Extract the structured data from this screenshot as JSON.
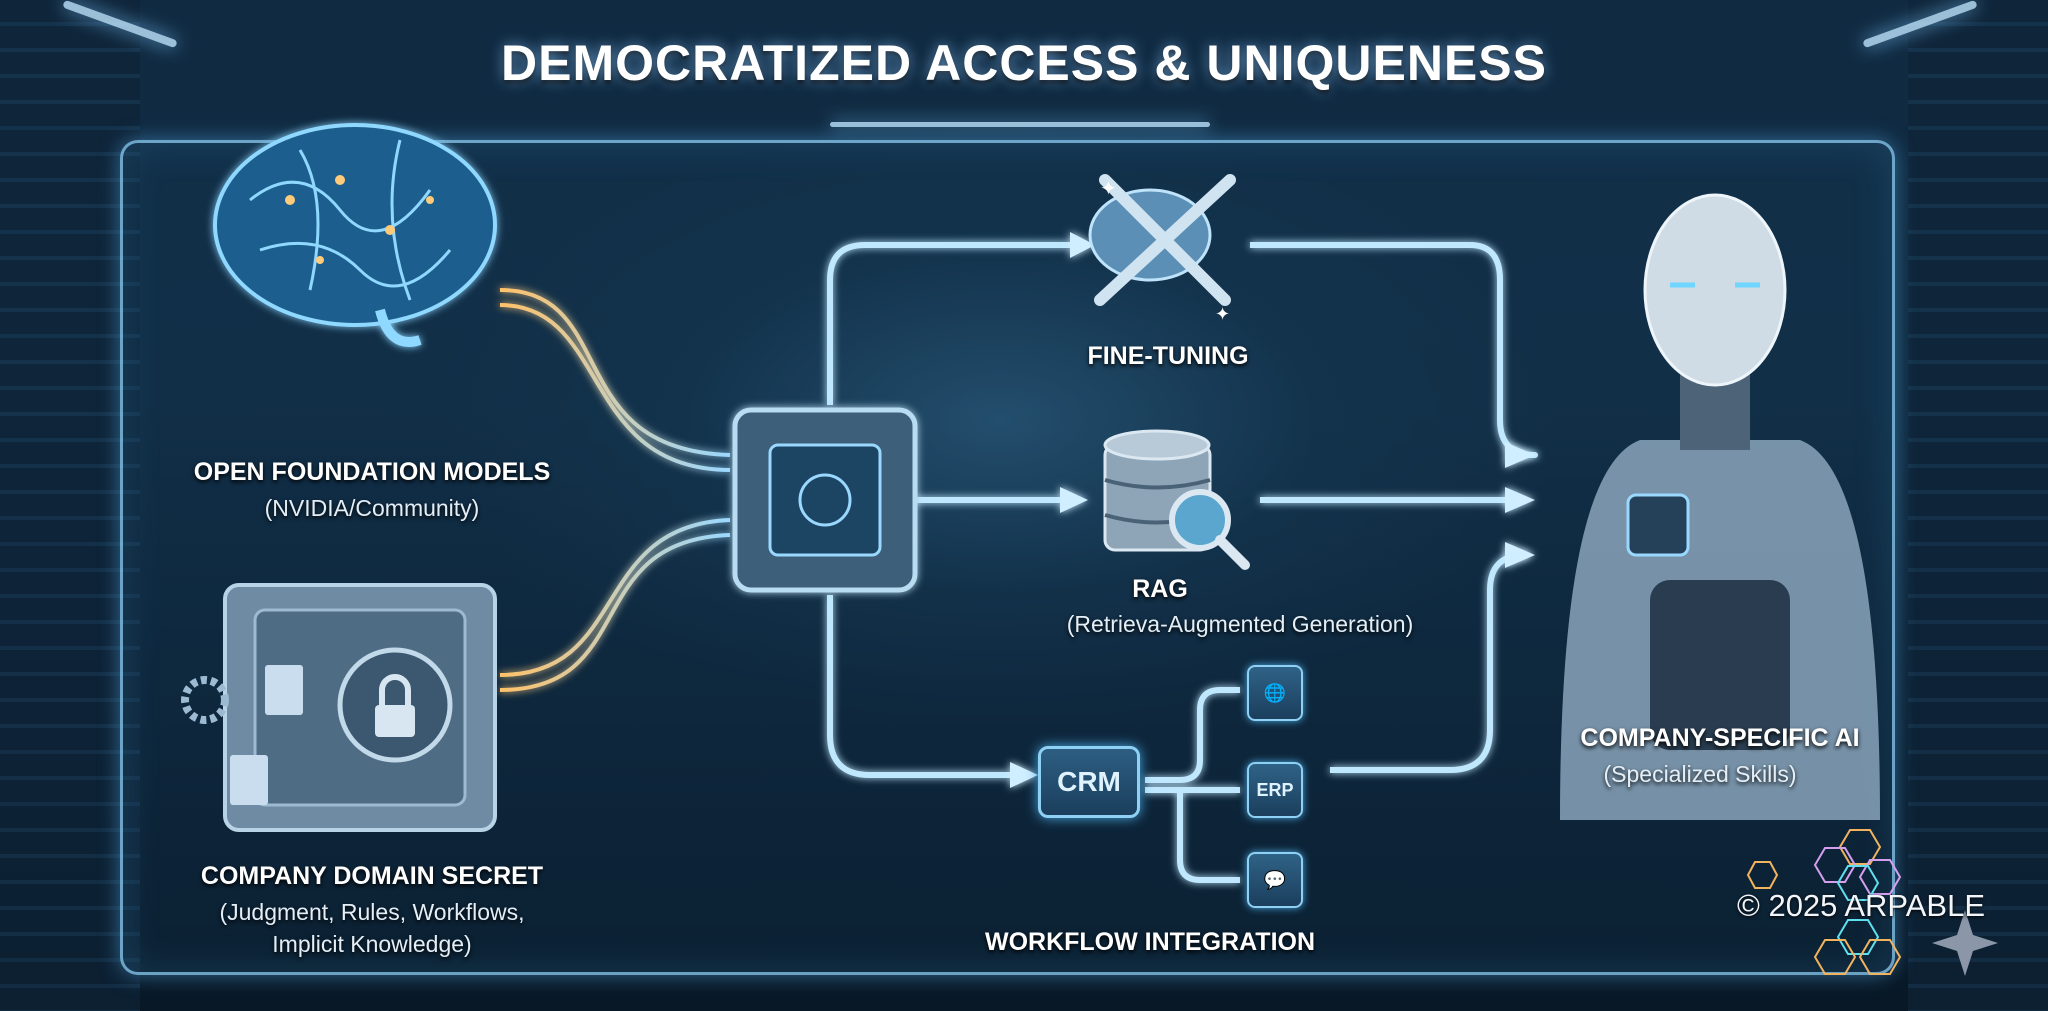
{
  "title": "DEMOCRATIZED ACCESS & UNIQUENESS",
  "sources": {
    "models": {
      "title": "OPEN FOUNDATION MODELS",
      "subtitle": "(NVIDIA/Community)"
    },
    "secret": {
      "title": "COMPANY DOMAIN SECRET",
      "subtitle_1": "(Judgment, Rules, Workflows,",
      "subtitle_2": "Implicit Knowledge)"
    }
  },
  "methods": {
    "fine_tuning": {
      "title": "FINE-TUNING"
    },
    "rag": {
      "title": "RAG",
      "subtitle": "(Retrieva-Augmented Generation)"
    },
    "workflow": {
      "title": "WORKFLOW INTEGRATION",
      "crm": "CRM",
      "erp": "ERP"
    }
  },
  "result": {
    "title": "COMPANY-SPECIFIC AI",
    "subtitle": "(Specialized Skills)"
  },
  "copyright": "© 2025 ARPABLE",
  "colors": {
    "accent": "#8fd0f5",
    "glow_orange": "#f3b35e",
    "background": "#0f2a40"
  }
}
